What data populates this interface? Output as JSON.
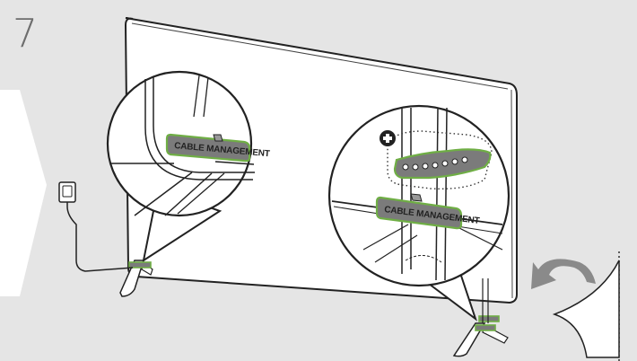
{
  "step": {
    "number": "7"
  },
  "labels": {
    "clip_left": "CABLE MANAGEMENT",
    "clip_right": "CABLE MANAGEMENT"
  },
  "colors": {
    "background": "#e5e5e5",
    "chevron": "#ffffff",
    "outline": "#222222",
    "clip_fill": "#7b7b7b",
    "clip_highlight": "#6fae45",
    "arrow": "#8a8a8a"
  },
  "icons": [
    "step-chevron",
    "wall-outlet-icon",
    "plus-icon",
    "rotate-arrow-icon",
    "page-corner-icon"
  ]
}
